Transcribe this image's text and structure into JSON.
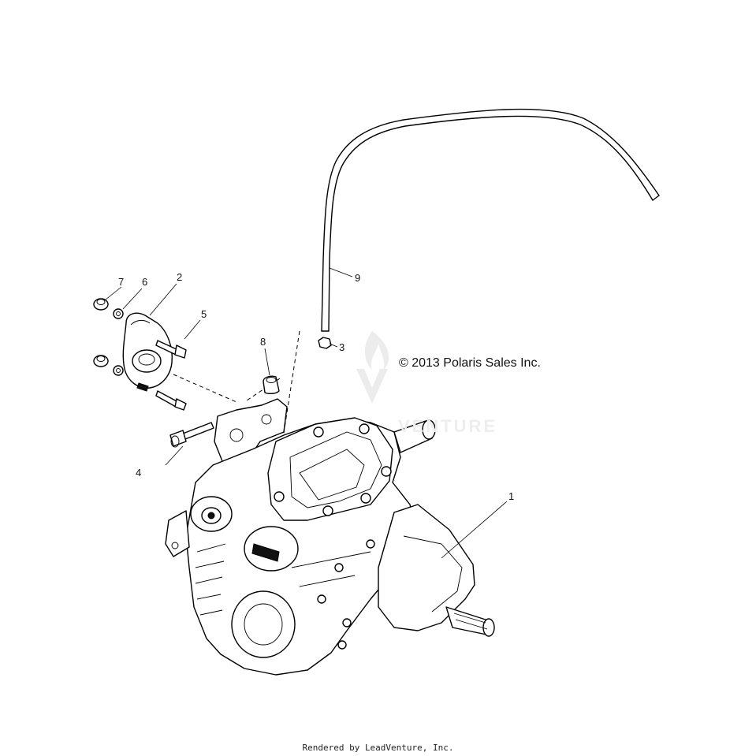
{
  "copyright": "© 2013 Polaris Sales Inc.",
  "footer": "Rendered by LeadVenture, Inc.",
  "watermark": "VENTURE",
  "callouts": [
    "1",
    "2",
    "3",
    "4",
    "5",
    "6",
    "7",
    "8",
    "9"
  ],
  "icons": [
    "flame-logo-watermark-icon"
  ]
}
